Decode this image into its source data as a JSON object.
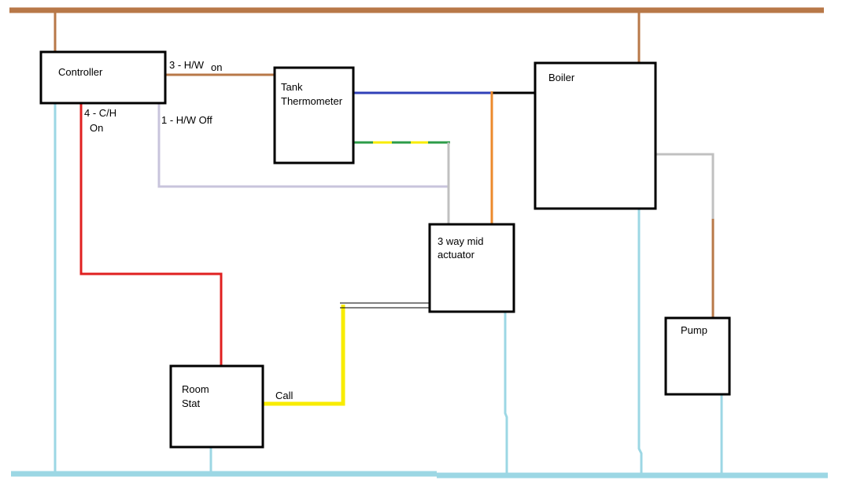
{
  "colors": {
    "live": "#b87848",
    "neutral": "#9cd7e4",
    "heating_call": "#e02020",
    "hw_off": "#c8c4dc",
    "tank_signal": "#3040b8",
    "actuator_feed": "#ec8a2c",
    "boiler_feed": "#000000",
    "call": "#f8ec00",
    "green_band": "#2c9c48",
    "yellow_band": "#f8ec00",
    "grey": "#c0c0c0"
  },
  "components": {
    "controller": "Controller",
    "tank_line1": "Tank",
    "tank_line2": "Thermometer",
    "boiler": "Boiler",
    "actuator_line1": "3 way mid",
    "actuator_line2": "actuator",
    "pump": "Pump",
    "roomstat_line1": "Room",
    "roomstat_line2": "Stat"
  },
  "terminals": {
    "hw_on_a": "3 - H/W",
    "hw_on_b": "on",
    "ch_on_a": "4 - C/H",
    "ch_on_b": "On",
    "hw_off": "1 - H/W Off",
    "call": "Call"
  }
}
